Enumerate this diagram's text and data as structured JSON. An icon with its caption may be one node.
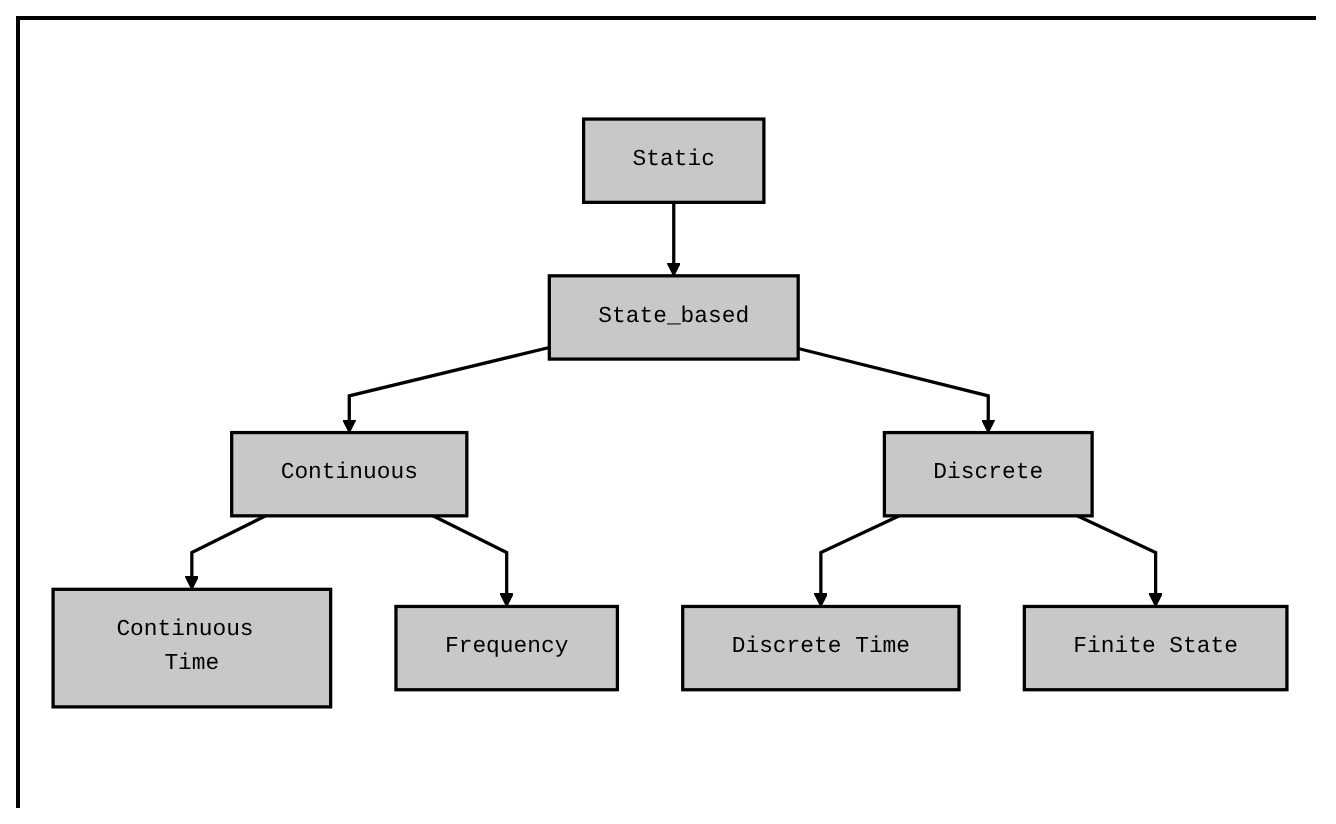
{
  "diagram": {
    "nodes": [
      {
        "text": [
          "Static"
        ]
      },
      {
        "text": [
          "State_based"
        ]
      },
      {
        "text": [
          "Continuous"
        ]
      },
      {
        "text": [
          "Discrete"
        ]
      },
      {
        "text": [
          "Continuous Time"
        ]
      },
      {
        "text": [
          "Frequency"
        ]
      },
      {
        "text": [
          "Discrete Time"
        ]
      },
      {
        "text": [
          "Finite State"
        ]
      }
    ],
    "edges": [
      {
        "from": 0,
        "to": 1,
        "arrow": "to"
      },
      {
        "from": 1,
        "to": 2,
        "arrow": "to"
      },
      {
        "from": 1,
        "to": 3,
        "arrow": "to"
      },
      {
        "from": 2,
        "to": 4,
        "arrow": "to"
      },
      {
        "from": 2,
        "to": 5,
        "arrow": "to"
      },
      {
        "from": 3,
        "to": 6,
        "arrow": "to"
      },
      {
        "from": 3,
        "to": 7,
        "arrow": "to"
      }
    ]
  }
}
